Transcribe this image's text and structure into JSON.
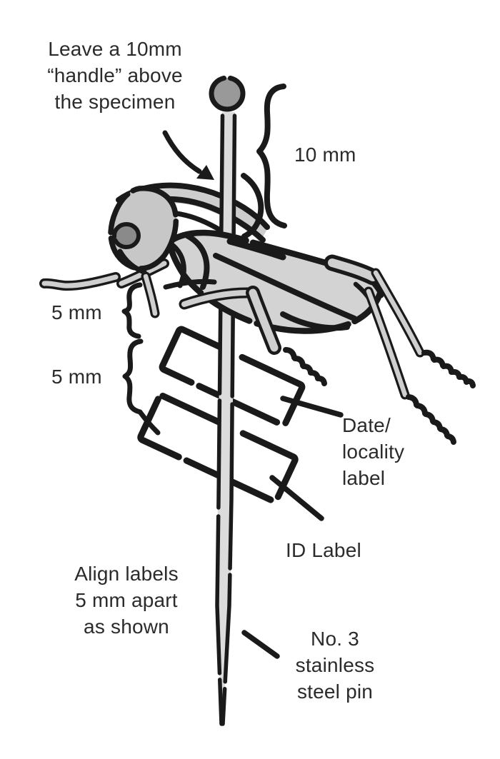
{
  "annotations": {
    "handle_note": "Leave a 10mm\n“handle” above\nthe specimen",
    "dim_10mm": "10 mm",
    "dim_5mm_top": "5 mm",
    "dim_5mm_bottom": "5 mm",
    "date_locality_label": "Date/\nlocality\nlabel",
    "id_label": "ID Label",
    "align_note": "Align labels\n5 mm apart\nas shown",
    "pin_note": "No. 3\nstainless\nsteel pin"
  },
  "colors": {
    "ink": "#1a1a1a",
    "text": "#2b2b2b",
    "insect_body": "#d3d3d3",
    "insect_head": "#c7c7c7",
    "insect_eye": "#8a8a8a",
    "pin_head": "#999999",
    "pin_shaft": "#dcdcdc",
    "leg_fill": "#cfcfcf",
    "background": "#ffffff"
  },
  "illustration_parts": [
    "pin-head",
    "pin-shaft",
    "insect-specimen",
    "date-locality-card",
    "id-card",
    "measurement-brace-10mm",
    "measurement-brace-5mm-top",
    "measurement-brace-5mm-bottom",
    "pointer-arrow",
    "leader-lines"
  ]
}
